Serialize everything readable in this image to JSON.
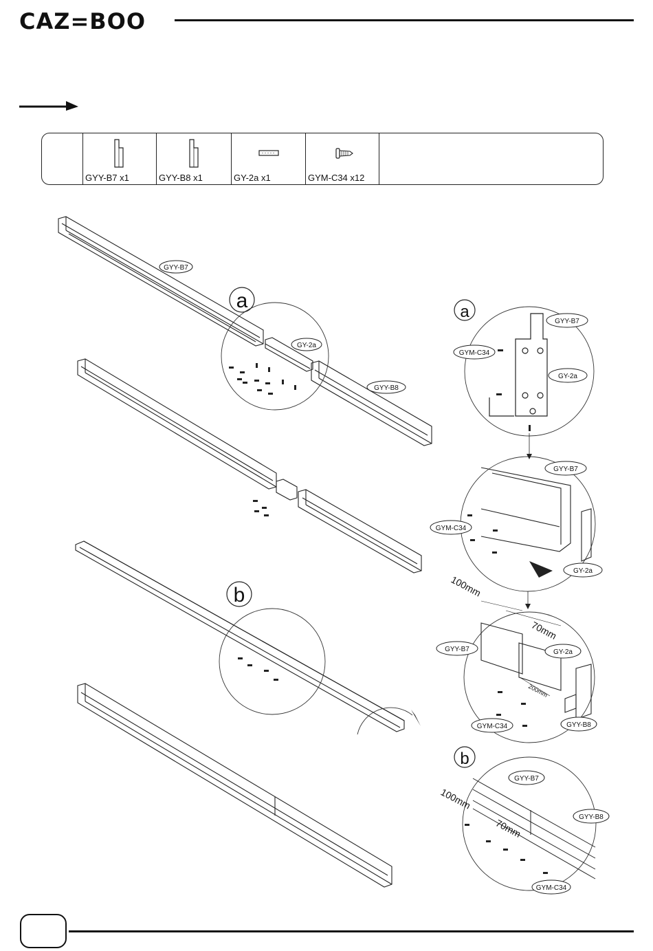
{
  "header": {
    "logo": "CAZ=BOO"
  },
  "parts": [
    {
      "label": "GYY-B7   x1",
      "icon": "bracket-icon"
    },
    {
      "label": "GYY-B8   x1",
      "icon": "bracket-icon"
    },
    {
      "label": "GY-2a  x1",
      "icon": "connector-plate-icon"
    },
    {
      "label": "GYM-C34  x12",
      "icon": "screw-icon"
    }
  ],
  "callouts": {
    "gyy_b7": "GYY-B7",
    "gyy_b8": "GYY-B8",
    "gy_2a": "GY-2a",
    "gym_c34": "GYM-C34",
    "detail_a": "a",
    "detail_b": "b",
    "dim_100": "100mm",
    "dim_70": "70mm",
    "dim_200": "200mm"
  }
}
